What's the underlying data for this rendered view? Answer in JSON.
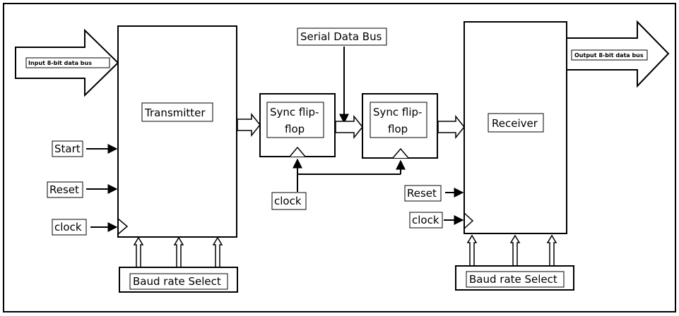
{
  "blocks": {
    "transmitter": "Transmitter",
    "sync_ff_1": [
      "Sync flip-",
      "flop"
    ],
    "sync_ff_2": [
      "Sync flip-",
      "flop"
    ],
    "receiver": "Receiver"
  },
  "bus_labels": {
    "input": "Input 8-bit data bus",
    "output": "Output 8-bit data bus",
    "serial": "Serial Data Bus"
  },
  "signals": {
    "tx_start": "Start",
    "tx_reset": "Reset",
    "tx_clock": "clock",
    "sync_clock": "clock",
    "rx_reset": "Reset",
    "rx_clock": "clock"
  },
  "baud": {
    "tx": "Baud rate Select",
    "rx": "Baud rate Select"
  }
}
